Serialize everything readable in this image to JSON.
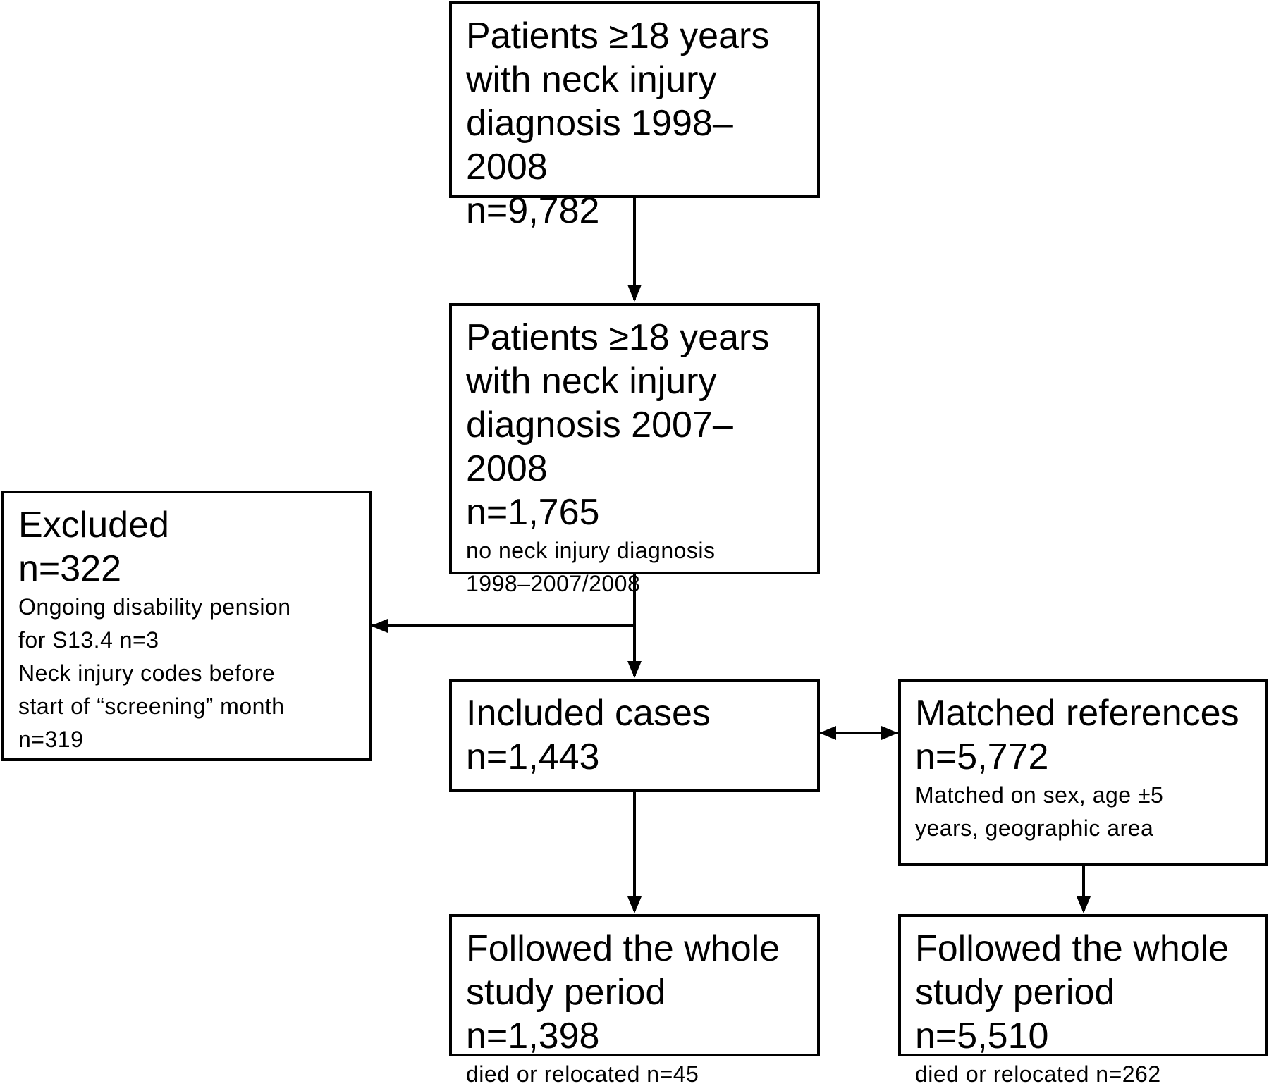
{
  "boxes": {
    "all_patients": {
      "title_lines": [
        "Patients ≥18 years",
        "with neck injury",
        "diagnosis 1998–2008"
      ],
      "count": "n=9,782"
    },
    "patients_2007": {
      "title_lines": [
        "Patients ≥18 years",
        "with neck injury",
        "diagnosis 2007–2008"
      ],
      "count": "n=1,765",
      "note_lines": [
        "no neck injury diagnosis",
        "1998–2007/2008"
      ]
    },
    "excluded": {
      "title": "Excluded",
      "count": "n=322",
      "detail_lines": [
        "Ongoing disability pension",
        "for S13.4 n=3",
        "Neck injury codes before",
        "start of “screening” month",
        "n=319"
      ]
    },
    "included": {
      "title": "Included cases",
      "count": "n=1,443"
    },
    "references": {
      "title": "Matched references",
      "count": "n=5,772",
      "detail_lines": [
        "Matched on sex, age ±5",
        "years, geographic area"
      ]
    },
    "followed_cases": {
      "title_lines": [
        "Followed the whole",
        "study period n=1,398"
      ],
      "note": "died or relocated n=45"
    },
    "followed_refs": {
      "title_lines": [
        "Followed the whole",
        "study period n=5,510"
      ],
      "note": "died or relocated n=262"
    }
  }
}
